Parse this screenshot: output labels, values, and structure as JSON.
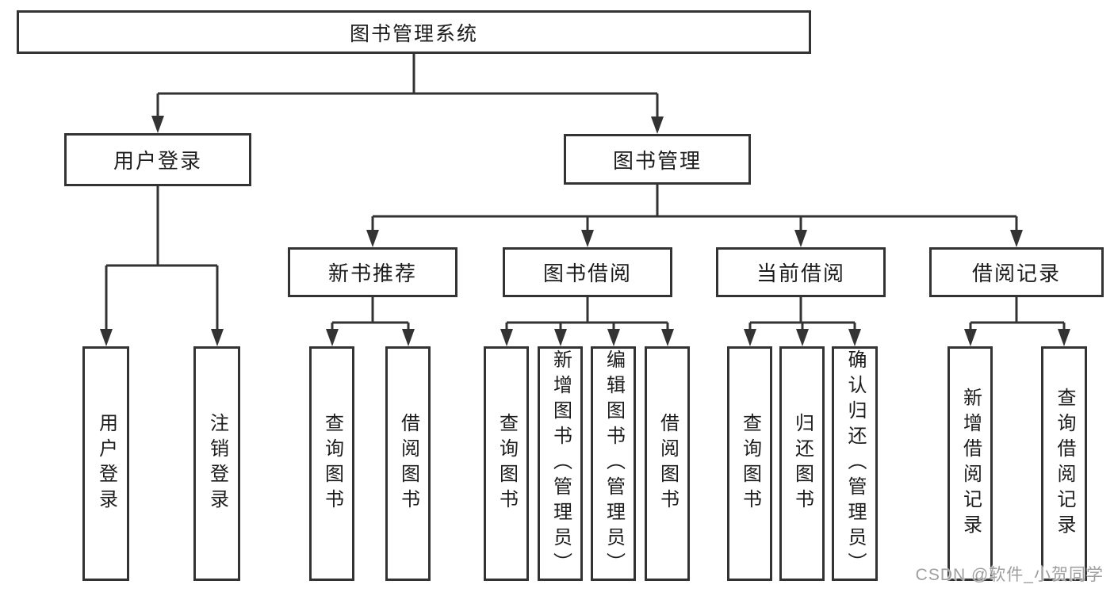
{
  "tree": {
    "root": {
      "label": "图书管理系统"
    },
    "branches": [
      {
        "label": "用户登录",
        "leaves": [
          {
            "label": "用户登录"
          },
          {
            "label": "注销登录"
          }
        ]
      },
      {
        "label": "图书管理",
        "groups": [
          {
            "label": "新书推荐",
            "leaves": [
              {
                "label": "查询图书"
              },
              {
                "label": "借阅图书"
              }
            ]
          },
          {
            "label": "图书借阅",
            "leaves": [
              {
                "label": "查询图书"
              },
              {
                "label": "新增图书（管理员）"
              },
              {
                "label": "编辑图书（管理员）"
              },
              {
                "label": "借阅图书"
              }
            ]
          },
          {
            "label": "当前借阅",
            "leaves": [
              {
                "label": "查询图书"
              },
              {
                "label": "归还图书"
              },
              {
                "label": "确认归还（管理员）"
              }
            ]
          },
          {
            "label": "借阅记录",
            "leaves": [
              {
                "label": "新增借阅记录"
              },
              {
                "label": "查询借阅记录"
              }
            ]
          }
        ]
      }
    ]
  },
  "watermark": {
    "text": "CSDN @软件_小贺同学"
  },
  "colors": {
    "line": "#333333",
    "text": "#1c1c1c",
    "watermark": "#9e9e9e",
    "background": "#ffffff"
  }
}
